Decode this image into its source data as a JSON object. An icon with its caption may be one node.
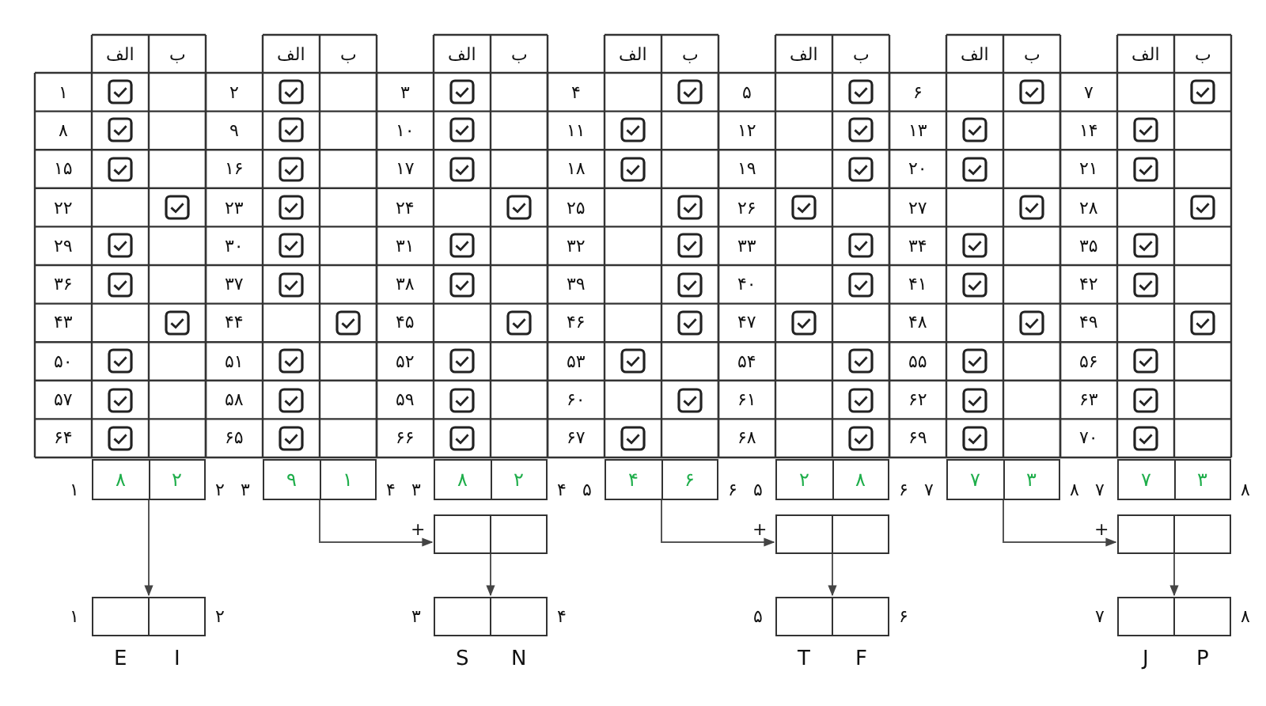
{
  "diagram": {
    "nodes": [
      {
        "text": [
          "۲",
          "۸"
        ],
        "beside": [
          "۱",
          "۲"
        ]
      },
      {
        "text": [
          "۱",
          "۹"
        ],
        "beside": [
          "۳",
          "۴"
        ]
      },
      {
        "text": [
          "۲",
          "۸"
        ],
        "beside": [
          "۳",
          "۴"
        ]
      },
      {
        "text": [
          "۶",
          "۴"
        ],
        "beside": [
          "۵",
          "۶"
        ]
      },
      {
        "text": [
          "۸",
          "۲"
        ],
        "beside": [
          "۵",
          "۶"
        ]
      },
      {
        "text": [
          "۳",
          "۷"
        ],
        "beside": [
          "۷",
          "۸"
        ]
      },
      {
        "text": [
          "۳",
          "۷"
        ],
        "beside": [
          "۷",
          "۸"
        ]
      },
      {
        "text": [],
        "shape": "box",
        "beside": [
          "+"
        ]
      },
      {
        "text": [],
        "shape": "box",
        "beside": [
          "+"
        ]
      },
      {
        "text": [],
        "shape": "box",
        "beside": [
          "+"
        ]
      },
      {
        "text": [],
        "shape": "box",
        "beside": [
          "۱",
          "۲",
          "E",
          "I"
        ]
      },
      {
        "text": [],
        "shape": "box",
        "beside": [
          "۳",
          "۴",
          "S",
          "N"
        ]
      },
      {
        "text": [],
        "shape": "box",
        "beside": [
          "۵",
          "۶",
          "T",
          "F"
        ]
      },
      {
        "text": [],
        "shape": "box",
        "beside": [
          "۷",
          "۸",
          "J",
          "P"
        ]
      }
    ],
    "edges": [
      {
        "from": 0,
        "to": 10,
        "arrow": "to"
      },
      {
        "from": 1,
        "to": 7,
        "arrow": "to"
      },
      {
        "from": 7,
        "to": 11,
        "arrow": "to"
      },
      {
        "from": 3,
        "to": 8,
        "arrow": "to"
      },
      {
        "from": 8,
        "to": 12,
        "arrow": "to"
      },
      {
        "from": 5,
        "to": 9,
        "arrow": "to"
      },
      {
        "from": 9,
        "to": 13,
        "arrow": "to"
      }
    ],
    "labels": [
      "الف",
      "ب",
      "الف",
      "ب",
      "الف",
      "ب",
      "الف",
      "ب",
      "الف",
      "ب",
      "الف",
      "ب",
      "الف",
      "ب",
      "۱",
      "۲",
      "۳",
      "۴",
      "۵",
      "۶",
      "۷",
      "۸",
      "۹",
      "۱۰",
      "۱۱",
      "۱۲",
      "۱۳",
      "۱۴",
      "۱۵",
      "۱۶",
      "۱۷",
      "۱۸",
      "۱۹",
      "۲۰",
      "۲۱",
      "۲۲",
      "۲۳",
      "۲۴",
      "۲۵",
      "۲۶",
      "۲۷",
      "۲۸",
      "۲۹",
      "۳۰",
      "۳۱",
      "۳۲",
      "۳۳",
      "۳۴",
      "۳۵",
      "۳۶",
      "۳۷",
      "۳۸",
      "۳۹",
      "۴۰",
      "۴۱",
      "۴۲",
      "۴۳",
      "۴۴",
      "۴۵",
      "۴۶",
      "۴۷",
      "۴۸",
      "۴۹",
      "۵۰",
      "۵۱",
      "۵۲",
      "۵۳",
      "۵۴",
      "۵۵",
      "۵۶",
      "۵۷",
      "۵۸",
      "۵۹",
      "۶۰",
      "۶۱",
      "۶۲",
      "۶۳",
      "۶۴",
      "۶۵",
      "۶۶",
      "۶۷",
      "۶۸",
      "۶۹",
      "۷۰"
    ]
  }
}
